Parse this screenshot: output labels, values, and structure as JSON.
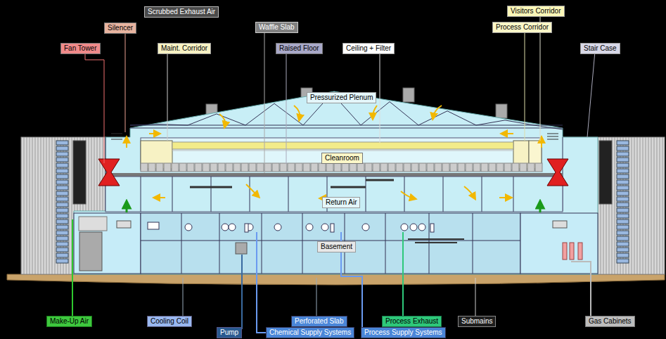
{
  "diagram": {
    "nodes": [
      {
        "text": [
          "Scrubbed Exhaust Air"
        ]
      },
      {
        "text": [
          "Visitors Corridor"
        ]
      },
      {
        "text": [
          "Silencer"
        ]
      },
      {
        "text": [
          "Waffle Slab"
        ]
      },
      {
        "text": [
          "Process Corridor"
        ]
      },
      {
        "text": [
          "Fan Tower"
        ]
      },
      {
        "text": [
          "Maint. Corridor"
        ]
      },
      {
        "text": [
          "Raised Floor"
        ]
      },
      {
        "text": [
          "Ceiling + Filter"
        ]
      },
      {
        "text": [
          "Stair Case"
        ]
      },
      {
        "text": [
          "Pressurized Plenum"
        ]
      },
      {
        "text": [
          "Cleanroom"
        ]
      },
      {
        "text": [
          "Return Air"
        ]
      },
      {
        "text": [
          "Basement"
        ]
      },
      {
        "text": [
          "Make-Up Air"
        ]
      },
      {
        "text": [
          "Cooling Coil"
        ]
      },
      {
        "text": [
          "Perforated Slab"
        ]
      },
      {
        "text": [
          "Process Exhaust"
        ]
      },
      {
        "text": [
          "Submains"
        ]
      },
      {
        "text": [
          "Gas Cabinets"
        ]
      },
      {
        "text": [
          "Pump"
        ]
      },
      {
        "text": [
          "Chemical Supply Systems"
        ]
      },
      {
        "text": [
          "Process Supply Systems"
        ]
      }
    ]
  }
}
